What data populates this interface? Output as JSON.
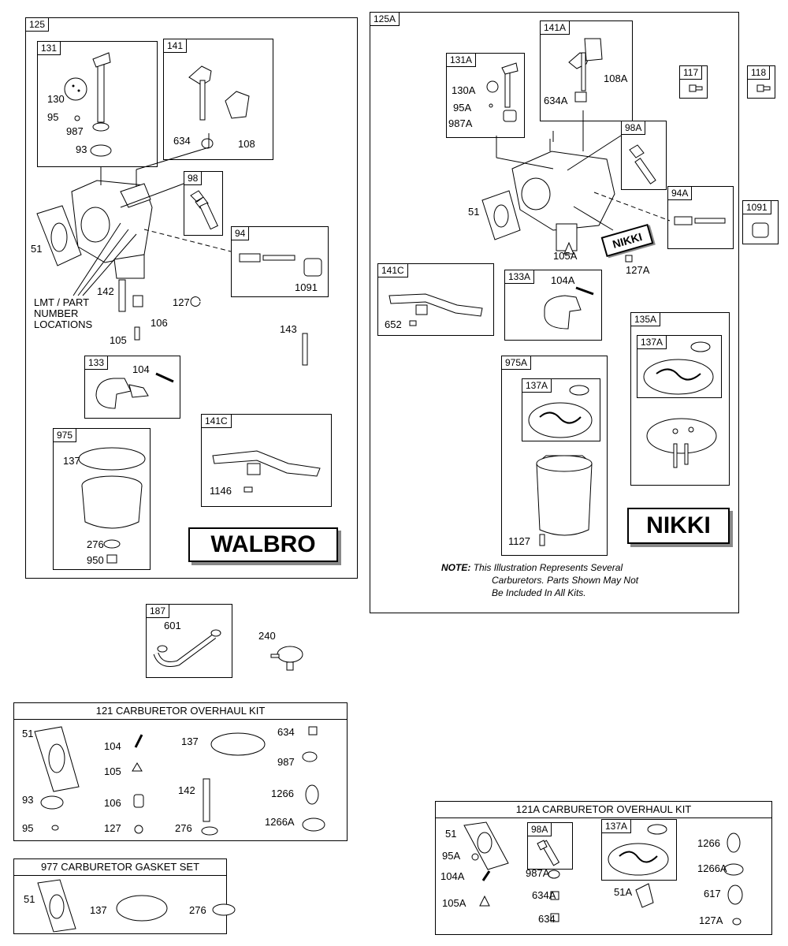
{
  "walbro": {
    "box": "125",
    "brand": "WALBRO",
    "lmt_label": [
      "LMT / PART",
      "NUMBER",
      "LOCATIONS"
    ],
    "sub131": {
      "box": "131",
      "labels": [
        "130",
        "95",
        "987",
        "93"
      ]
    },
    "sub141": {
      "box": "141",
      "labels": [
        "634",
        "108"
      ]
    },
    "sub98": {
      "box": "98"
    },
    "sub94": {
      "box": "94",
      "labels": [
        "1091"
      ]
    },
    "loose": [
      "51",
      "142",
      "127",
      "106",
      "105",
      "143"
    ],
    "sub133": {
      "box": "133",
      "labels": [
        "104"
      ]
    },
    "sub975": {
      "box": "975",
      "labels": [
        "137",
        "276",
        "950"
      ]
    },
    "sub141c": {
      "box": "141C",
      "labels": [
        "1146"
      ]
    }
  },
  "nikki": {
    "box": "125A",
    "brand": "NIKKI",
    "stamp": "NIKKI",
    "sub131a": {
      "box": "131A",
      "labels": [
        "130A",
        "95A",
        "987A"
      ]
    },
    "sub141a": {
      "box": "141A",
      "labels": [
        "108A",
        "634A"
      ]
    },
    "sub98a": {
      "box": "98A"
    },
    "sub94a": {
      "box": "94A"
    },
    "loose": [
      "51",
      "105A",
      "127A"
    ],
    "sub141c": {
      "box": "141C",
      "labels": [
        "652"
      ]
    },
    "sub133a": {
      "box": "133A",
      "labels": [
        "104A"
      ]
    },
    "sub135a": {
      "box": "135A",
      "inner": "137A"
    },
    "sub975a": {
      "box": "975A",
      "inner": "137A",
      "labels": [
        "1127"
      ]
    },
    "note_lead": "NOTE:",
    "note_lines": [
      "This Illustration Represents Several",
      "Carburetors. Parts Shown May Not",
      "Be Included In All Kits."
    ]
  },
  "side": {
    "b117": "117",
    "b118": "118",
    "b1091": "1091"
  },
  "sub187": {
    "box": "187",
    "labels": [
      "601"
    ],
    "loose": "240"
  },
  "kit121": {
    "title": "121  CARBURETOR OVERHAUL KIT",
    "labels": [
      "51",
      "104",
      "137",
      "634",
      "105",
      "987",
      "142",
      "1266",
      "93",
      "106",
      "95",
      "127",
      "276",
      "1266A"
    ]
  },
  "kit977": {
    "title": "977 CARBURETOR GASKET SET",
    "labels": [
      "51",
      "137",
      "276"
    ]
  },
  "kit121a": {
    "title": "121A CARBURETOR OVERHAUL KIT",
    "labels": [
      "51",
      "95A",
      "104A",
      "105A",
      "987A",
      "634A",
      "634",
      "51A",
      "1266",
      "1266A",
      "617",
      "127A"
    ],
    "sub98a": "98A",
    "sub137a": "137A"
  }
}
